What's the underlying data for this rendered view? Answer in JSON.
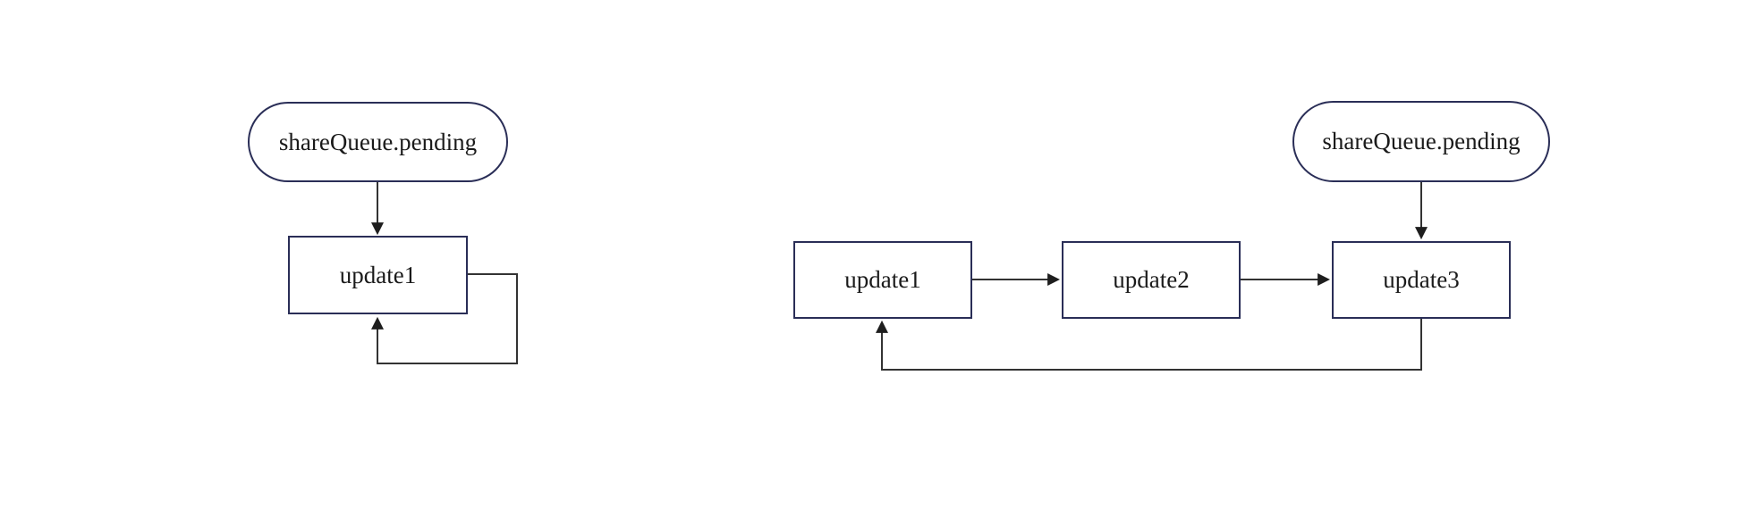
{
  "colors": {
    "background": "#ffffff",
    "node_border": "#2a2e57",
    "node_fill": "#ffffff",
    "edge_line": "#333333",
    "arrowhead": "#1e1e1e",
    "text": "#1a1a1a"
  },
  "diagrams": [
    {
      "id": "left-flow",
      "nodes": [
        {
          "id": "shareQueue.pending",
          "shape": "stadium",
          "label": "shareQueue.pending"
        },
        {
          "id": "update1",
          "shape": "rectangle",
          "label": "update1"
        }
      ],
      "edges": [
        {
          "from": "shareQueue.pending",
          "to": "update1",
          "direction": "down"
        },
        {
          "from": "update1",
          "to": "update1",
          "direction": "self-loop"
        }
      ]
    },
    {
      "id": "right-flow",
      "nodes": [
        {
          "id": "shareQueue.pending",
          "shape": "stadium",
          "label": "shareQueue.pending"
        },
        {
          "id": "update1",
          "shape": "rectangle",
          "label": "update1"
        },
        {
          "id": "update2",
          "shape": "rectangle",
          "label": "update2"
        },
        {
          "id": "update3",
          "shape": "rectangle",
          "label": "update3"
        }
      ],
      "edges": [
        {
          "from": "shareQueue.pending",
          "to": "update3",
          "direction": "down"
        },
        {
          "from": "update1",
          "to": "update2",
          "direction": "right"
        },
        {
          "from": "update2",
          "to": "update3",
          "direction": "right"
        },
        {
          "from": "update3",
          "to": "update1",
          "direction": "loop-back"
        }
      ]
    }
  ]
}
